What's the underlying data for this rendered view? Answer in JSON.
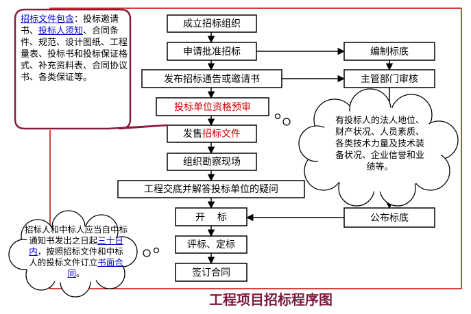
{
  "title": "工程项目招标程序图",
  "colors": {
    "frame": "#cc0000",
    "bubble_border": "#8b1a3a",
    "highlight": "#0000cc",
    "red_text": "#cc0000"
  },
  "flow": {
    "found_org": "成立招标组织",
    "apply_approval": "申请批准招标",
    "publish_notice": "发布招标通告或邀请书",
    "prequal": "投标单位资格预审",
    "sell_prefix": "发售",
    "sell_highlight": "招标文件",
    "site_visit": "组织勘察现场",
    "clarify": "工程交底并解答投标单位的疑问",
    "bid_open": "开    标",
    "evaluate": "评标、定标",
    "sign": "签订合同"
  },
  "side": {
    "prepare_base": "编制标底",
    "authority_review": "主管部门审核",
    "announce_base": "公布标底"
  },
  "bubble_docs": {
    "label": "招标文件包含",
    "t1": "：投标邀请书、",
    "link": "投标人须知",
    "t2": "、合同条件、规范、设计图纸、工程量表、投标书和投标保证格式、补充资料表、合同协议书、各类保证等。"
  },
  "bubble_qual": {
    "text": "有投标人的法人地位、财产状况、人员素质、各类技术力量及技术装备状况、企业信誉和业绩等。"
  },
  "bubble_contract": {
    "t1": "招标人和中标人应当自中标通知书发出之日起",
    "link1": "三十日内",
    "t2": "，按照招标文件和中标人的投标文件订立",
    "link2": "书面合同",
    "t3": "。"
  }
}
